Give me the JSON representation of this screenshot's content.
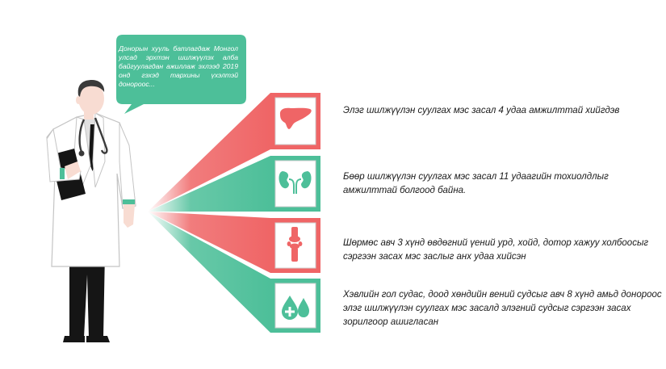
{
  "colors": {
    "teal": "#4dbf99",
    "coral": "#ef6566",
    "icon_box_border": "#cfcfcf",
    "skin": "#f8dcd2",
    "suit": "#151515",
    "coat": "#ffffff",
    "coat_outline": "#c4c4c4"
  },
  "bubble": {
    "text": "Донорын хууль батлагдаж Монгол улсад эрхтэн шилжүүлэх алба байгуулагдан ажиллаж эхлээд 2019 онд гэхэд тархины үхэлтэй донороос..."
  },
  "items": [
    {
      "icon": "liver-icon",
      "color": "coral",
      "text": "Элэг шилжүүлэн суулгах мэс засал 4 удаа амжилттай хийгдэв"
    },
    {
      "icon": "kidney-icon",
      "color": "teal",
      "text": "Бөөр шилжүүлэн суулгах мэс засал 11 удаагийн тохиолдлыг амжилттай болгоод байна."
    },
    {
      "icon": "joint-icon",
      "color": "coral",
      "text": "Шөрмөс авч 3 хүнд өвдөгний үений урд, хойд, дотор хажуу холбоосыг сэргээн засах мэс заслыг анх удаа хийсэн"
    },
    {
      "icon": "blood-drop-icon",
      "color": "teal",
      "text": "Хэвлийн гол судас, доод хөндийн вений судсыг авч 8 хүнд амьд донороос элэг шилжүүлэн суулгах мэс засалд элэгний судсыг сэргээн засах зорилгоор ашигласан"
    }
  ]
}
